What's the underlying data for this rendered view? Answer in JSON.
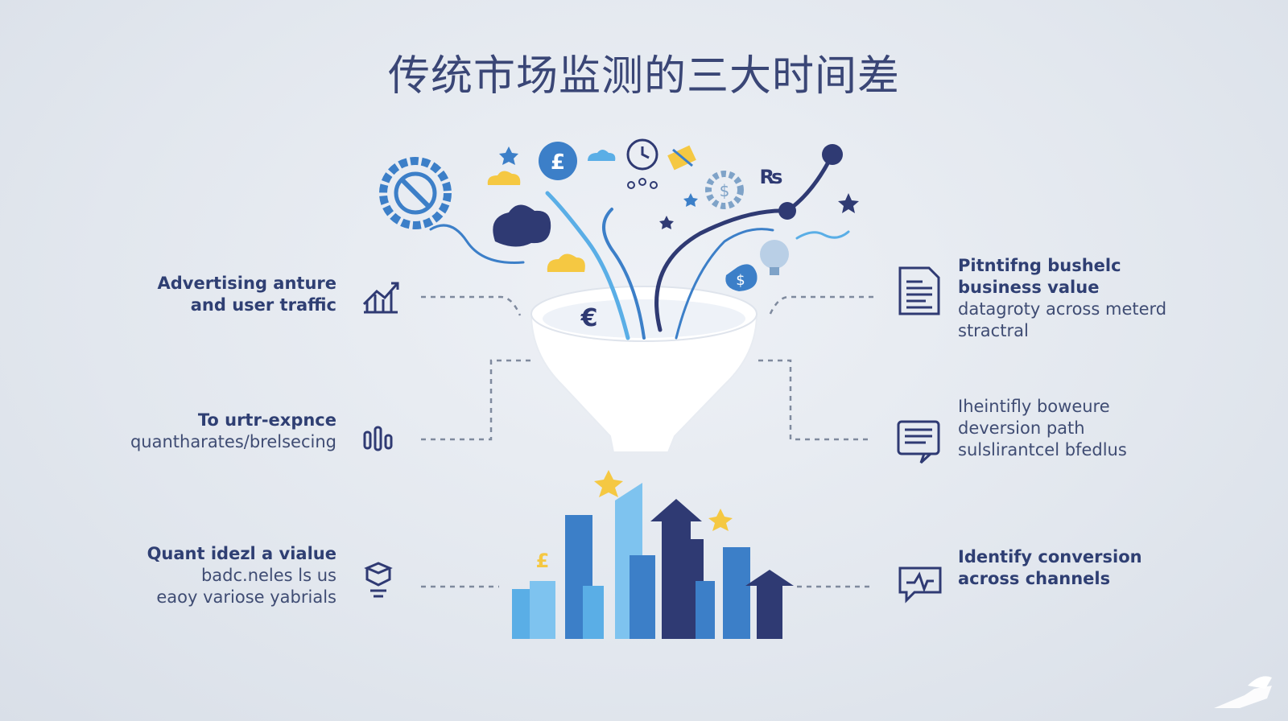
{
  "title": "传统市场监测的三大时间差",
  "left_items": [
    {
      "lines": [
        "Advertising anture",
        "and user traffic"
      ],
      "icon": "trend-chart-icon"
    },
    {
      "lines": [
        "To urtr-expnce",
        "quantharates/brelsecing"
      ],
      "icon": "signal-bars-icon"
    },
    {
      "lines": [
        "Quant idezl a vialue",
        "badc.neles ls us",
        "eaoy variose yabrials"
      ],
      "icon": "cube-stack-icon"
    }
  ],
  "right_items": [
    {
      "lines": [
        "Pitntifng bushelc",
        "business value",
        "datagroty across meterd",
        "stractral"
      ],
      "icon": "document-icon"
    },
    {
      "lines": [
        "Iheintifly boweure",
        "deversion path",
        "sulslirantcel bfedlus"
      ],
      "icon": "list-document-icon"
    },
    {
      "lines": [
        "Identify conversion",
        "across channels"
      ],
      "icon": "chat-signal-icon"
    }
  ],
  "funnel_icons": [
    "pound-coin-icon",
    "euro-icon",
    "dollar-drop-icon",
    "ruble-icon",
    "gear-icon",
    "cloud-icon",
    "star-icon",
    "lightbulb-icon",
    "blocked-gear-icon"
  ],
  "bar_chart_icons": [
    "star-icon",
    "euro-icon",
    "up-arrow-icon"
  ],
  "colors": {
    "navy": "#2f3a73",
    "blue": "#3c7fc8",
    "sky": "#5aaee6",
    "yellow": "#f5c842",
    "background": "#e4e9f0"
  }
}
